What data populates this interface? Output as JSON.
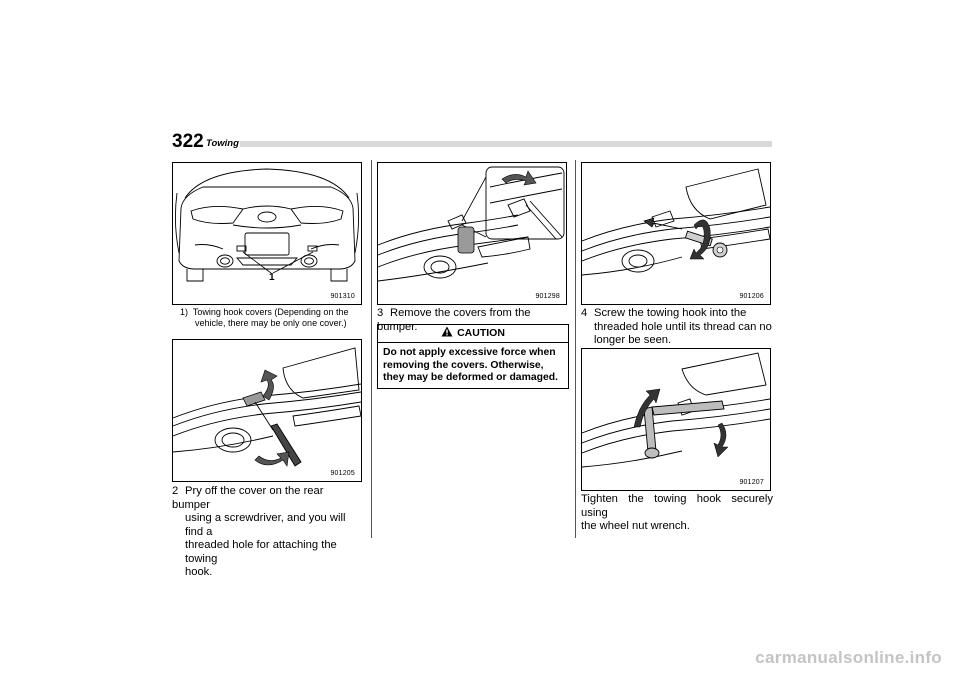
{
  "header": {
    "page_number": "322",
    "section_title": "Towing"
  },
  "figures": {
    "rear_view": {
      "code": "901310",
      "callout": "1"
    },
    "pry_cover": {
      "code": "901205"
    },
    "remove_cover": {
      "code": "901298"
    },
    "screw_hook": {
      "code": "901206"
    },
    "tighten_hook": {
      "code": "901207"
    }
  },
  "col1": {
    "caption_num": "1)",
    "caption_line1": "Towing hook covers (Depending on the",
    "caption_line2": "vehicle, there may be only one cover.)",
    "step2_num": "2",
    "step2_line1": "Pry off the cover on the rear bumper",
    "step2_line2": "using a screwdriver, and you will find a",
    "step2_line3": "threaded hole for attaching the towing",
    "step2_line4": "hook."
  },
  "col2": {
    "step3_num": "3",
    "step3_text": "Remove the covers from the bumper.",
    "caution_title": "CAUTION",
    "caution_line1": "Do not apply excessive force when",
    "caution_line2": "removing the covers. Otherwise,",
    "caution_line3": "they may be deformed or damaged."
  },
  "col3": {
    "step4_num": "4",
    "step4_line1": "Screw the towing hook into the",
    "step4_line2": "threaded hole until its thread can no",
    "step4_line3": "longer be seen.",
    "final_line1": "Tighten the towing hook securely using",
    "final_line2": "the wheel nut wrench."
  },
  "watermark": "carmanualsonline.info",
  "colors": {
    "rule": "#d9d9d9",
    "ink": "#000000",
    "watermark": "#c4c4c4"
  },
  "icons": {
    "caution": "warning-triangle-icon"
  }
}
